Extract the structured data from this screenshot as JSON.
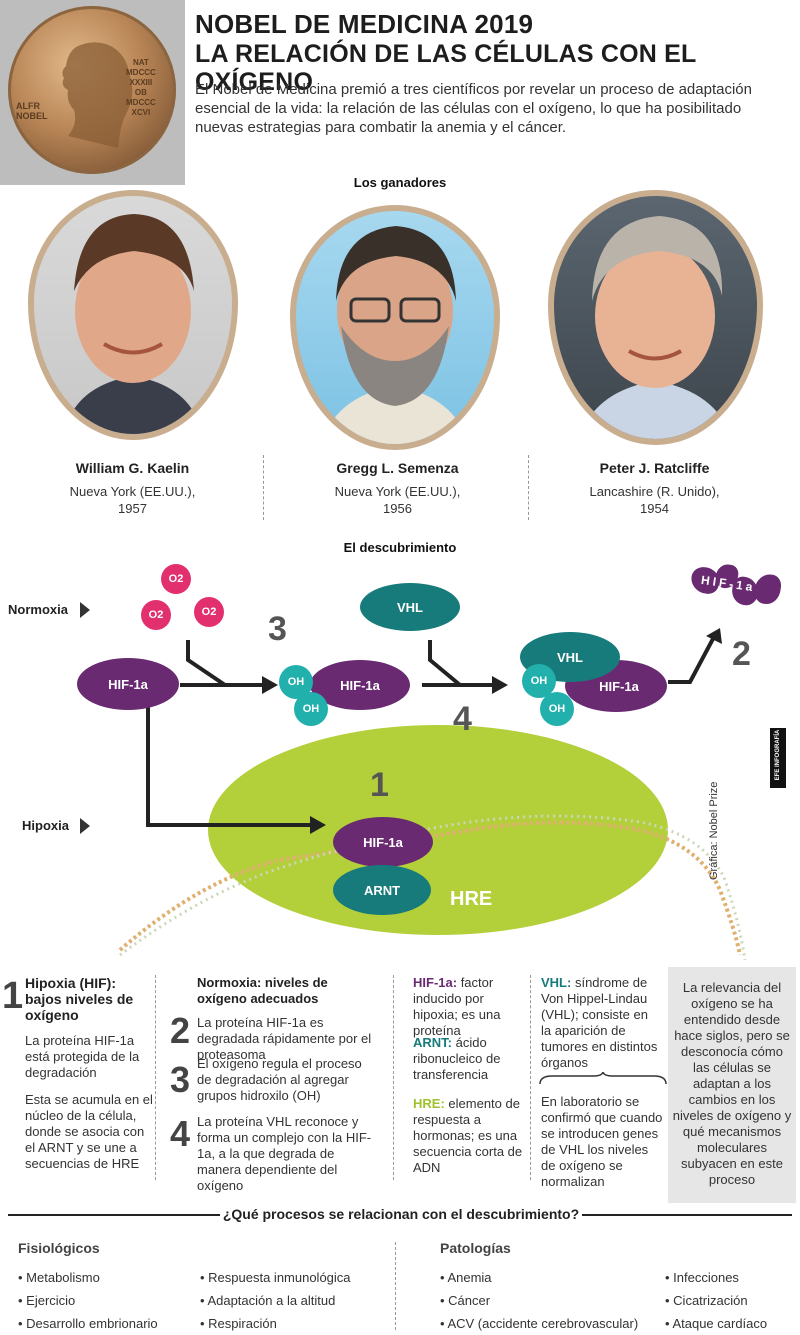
{
  "header": {
    "title_line1": "NOBEL DE MEDICINA 2019",
    "title_line2": "LA RELACIÓN DE LAS CÉLULAS CON EL OXÍGENO",
    "intro": "El Nobel de Medicina premió a tres científicos por revelar un proceso de adaptación esencial de la vida: la relación de las células con el oxígeno, lo que ha posibilitado nuevas estrategias para combatir la anemia y el cáncer.",
    "medal_lines": [
      "NAT",
      "MDCCC",
      "XXXIII",
      "OB",
      "MDCCC",
      "XCVI",
      "ALFR",
      "NOBEL"
    ]
  },
  "winners": {
    "title": "Los ganadores",
    "people": [
      {
        "name": "William G. Kaelin",
        "place": "Nueva York (EE.UU.),",
        "year": "1957"
      },
      {
        "name": "Gregg L. Semenza",
        "place": "Nueva York (EE.UU.),",
        "year": "1956"
      },
      {
        "name": "Peter J. Ratcliffe",
        "place": "Lancashire (R. Unido),",
        "year": "1954"
      }
    ]
  },
  "discovery": {
    "title": "El descubrimiento",
    "row_normoxia": "Normoxia",
    "row_hipoxia": "Hipoxia",
    "o2": "O2",
    "hif": "HIF-1a",
    "vhl": "VHL",
    "oh": "OH",
    "arnt": "ARNT",
    "hre": "HRE",
    "fragments": "HIF-1a",
    "num1": "1",
    "num2": "2",
    "num3": "3",
    "num4": "4",
    "credit": "Gráfica: Nobel Prize",
    "agency": "EFE INFOGRAFÍA"
  },
  "explain": {
    "c1_num": "1",
    "c1_title": "Hipoxia (HIF): bajos niveles de oxígeno",
    "c1_p1": "La proteína HIF-1a está protegida de la degradación",
    "c1_p2": "Esta se acumula en el núcleo de la célula, donde se asocia con el ARNT y se une a secuencias de HRE",
    "c2_title": "Normoxia: niveles de oxígeno adecuados",
    "c2_items": [
      {
        "num": "2",
        "text": "La proteína HIF-1a es degradada rápidamente por el proteasoma"
      },
      {
        "num": "3",
        "text": "El oxígeno regula el proceso de degradación al agregar grupos hidroxilo (OH)"
      },
      {
        "num": "4",
        "text": "La proteína VHL reconoce y forma un complejo con la HIF-1a, a la que degrada de manera dependiente del oxígeno"
      }
    ],
    "c3": [
      {
        "term": "HIF-1a:",
        "text": "factor inducido por hipoxia; es una proteína"
      },
      {
        "term": "ARNT:",
        "text": "ácido ribonucleico de transferencia"
      },
      {
        "term": "HRE:",
        "text": "elemento de respuesta a hormonas; es una secuencia corta de ADN"
      }
    ],
    "c4_term": "VHL:",
    "c4_text": "síndrome de Von Hippel-Lindau (VHL); consiste en la aparición de tumores en distintos órganos",
    "c4_note": "En laboratorio se confirmó que cuando se introducen genes de VHL los niveles de oxígeno se normalizan",
    "c5": "La relevancia del oxígeno se ha entendido desde hace siglos, pero se desconocía cómo las células se adaptan a los cambios en los niveles de oxígeno y qué mecanismos moleculares subyacen en este proceso"
  },
  "processes": {
    "question": "¿Qué procesos se relacionan con el descubrimiento?",
    "fis_title": "Fisiológicos",
    "fis_col1": [
      "• Metabolismo",
      "• Ejercicio",
      "• Desarrollo embrionario"
    ],
    "fis_col2": [
      "• Respuesta inmunológica",
      "• Adaptación a la altitud",
      "• Respiración"
    ],
    "pat_title": "Patologías",
    "pat_col1": [
      "• Anemia",
      "• Cáncer",
      "• ACV (accidente cerebrovascular)"
    ],
    "pat_col2": [
      "• Infecciones",
      "• Cicatrización",
      "• Ataque cardíaco"
    ]
  }
}
